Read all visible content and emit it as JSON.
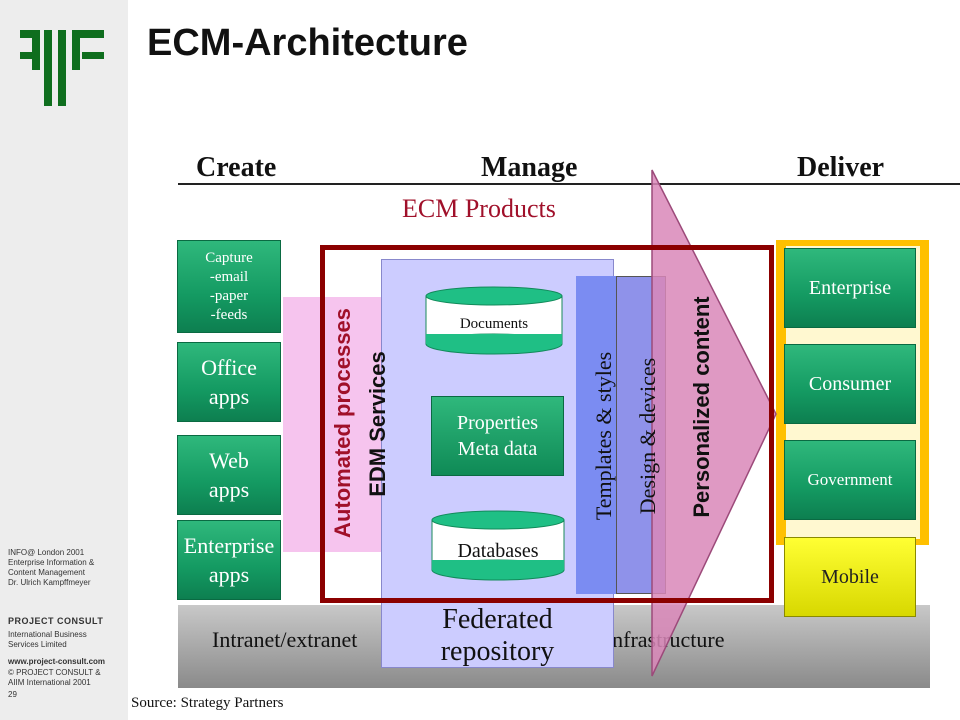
{
  "header": {
    "title": "ECM-Architecture"
  },
  "sidebar": {
    "lines": [
      "INFO@ London 2001",
      "Enterprise Information &",
      "Content Management",
      "Dr. Ulrich Kampffmeyer"
    ],
    "company": "PROJECT CONSULT",
    "company_lines": [
      "International Business",
      "Services Limited"
    ],
    "website": "www.project-consult.com",
    "copyright_lines": [
      "© PROJECT CONSULT &",
      "AIIM International  2001"
    ],
    "page": "29"
  },
  "columns": {
    "create": "Create",
    "manage": "Manage",
    "deliver": "Deliver"
  },
  "products_label": "ECM Products",
  "create_boxes": {
    "capture": [
      "Capture",
      "-email",
      "-paper",
      "-feeds"
    ],
    "office": [
      "Office",
      "apps"
    ],
    "web": [
      "Web",
      "apps"
    ],
    "enterprise": [
      "Enterprise",
      "apps"
    ]
  },
  "manage": {
    "automated": "Automated processes",
    "edm": "EDM Services",
    "documents": "Documents",
    "properties": [
      "Properties",
      "Meta data"
    ],
    "databases": "Databases",
    "templates": "Templates & styles",
    "design": "Design & devices",
    "personalized": "Personalized content",
    "federated": [
      "Federated",
      "repository"
    ]
  },
  "deliver_boxes": {
    "enterprise": "Enterprise",
    "consumer": "Consumer",
    "government": "Government",
    "mobile": "Mobile"
  },
  "infrastructure": {
    "left": "Intranet/extranet",
    "right": "infrastructure"
  },
  "source": "Source: Strategy Partners",
  "colors": {
    "green": "#149a62",
    "red_frame": "#8b0000",
    "gold": "#ffc000",
    "lavender": "#ccccff",
    "title_red": "#a0102a"
  }
}
